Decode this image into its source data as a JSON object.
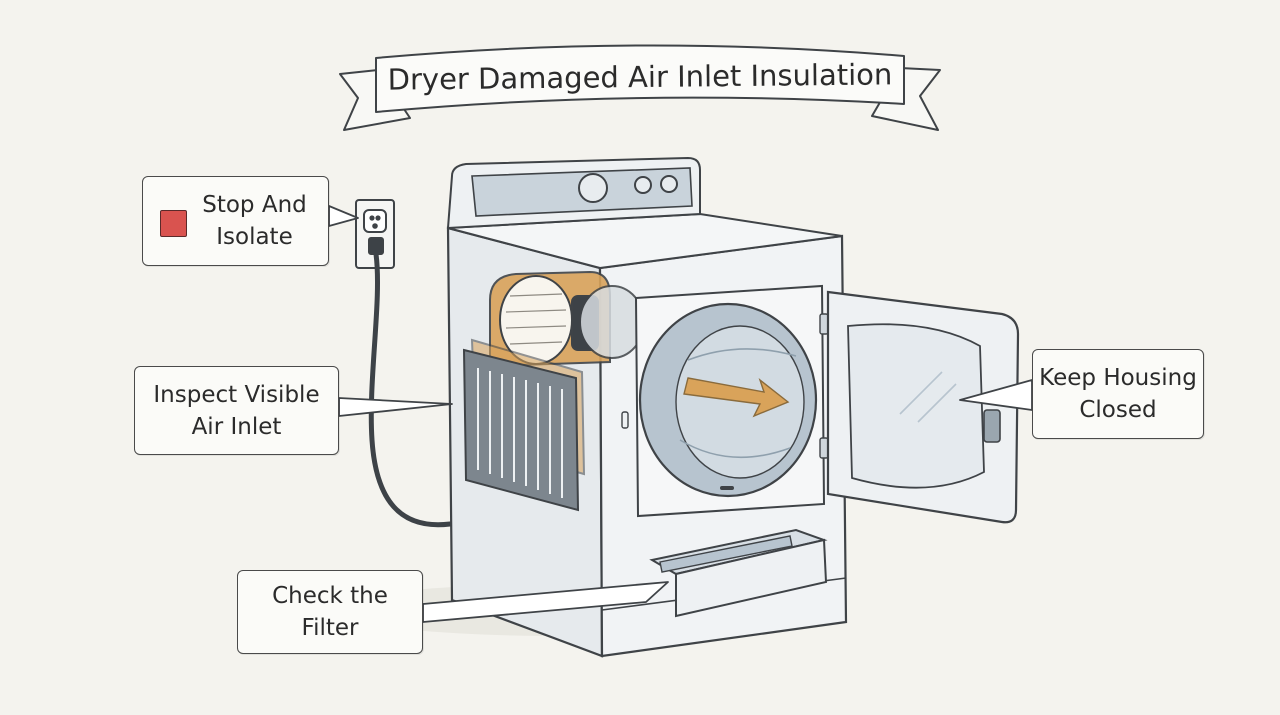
{
  "title": "Dryer Damaged Air Inlet Insulation",
  "callouts": {
    "stop": {
      "line1": "Stop And",
      "line2": "Isolate",
      "swatch_color": "#d9534f"
    },
    "inspect": {
      "line1": "Inspect Visible",
      "line2": "Air Inlet"
    },
    "filter": {
      "line1": "Check the",
      "line2": "Filter"
    },
    "keep": {
      "line1": "Keep Housing",
      "line2": "Closed"
    }
  },
  "colors": {
    "outline": "#3f4347",
    "body": "#eceff1",
    "panel": "#cfd8df",
    "insulation": "#d9a35a",
    "arrow": "#d9a35a",
    "drum": "#b7c4cf"
  }
}
